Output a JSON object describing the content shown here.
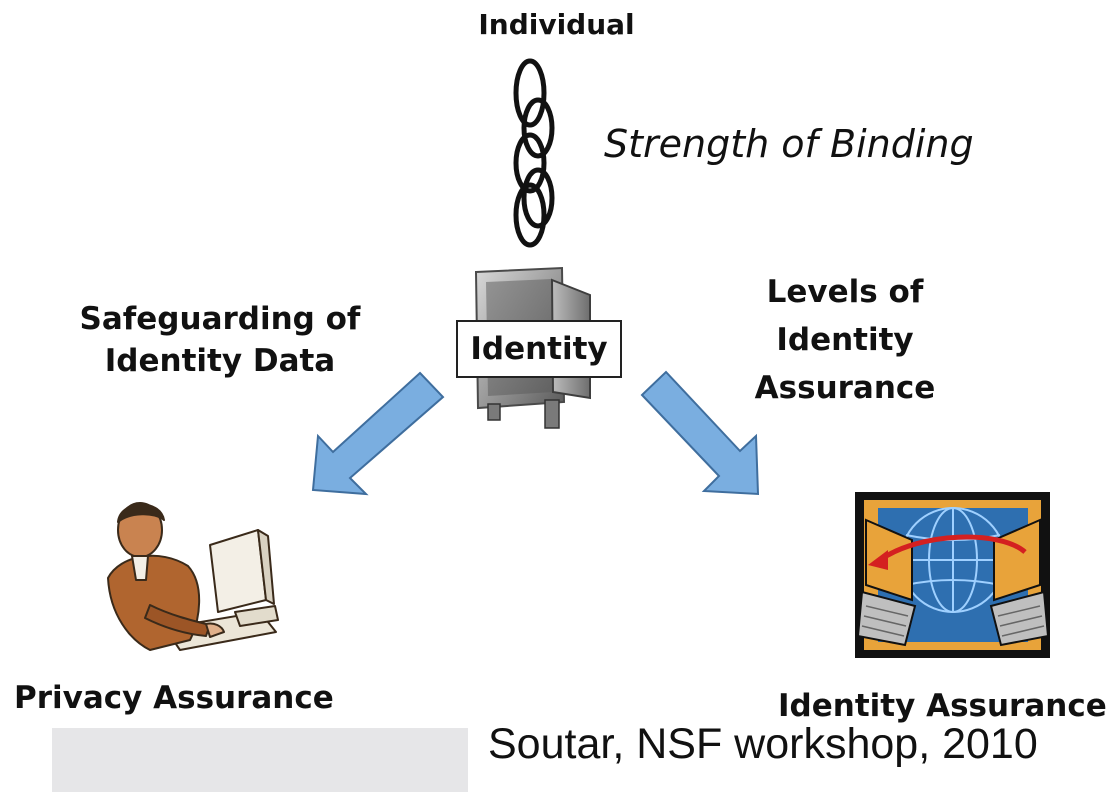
{
  "individual_label": "Individual",
  "binding_label": "Strength of Binding",
  "identity_label": "Identity",
  "safeguard_lines": [
    "Safeguarding of",
    "Identity Data"
  ],
  "levels_lines": [
    "Levels of",
    "Identity",
    "Assurance"
  ],
  "privacy_label": "Privacy Assurance",
  "identity_assurance_label": "Identity Assurance",
  "citation": "Soutar, NSF workshop, 2010",
  "colors": {
    "arrow_fill": "#7aaee0",
    "arrow_stroke": "#3f6e9e",
    "text": "#111111",
    "panel_blue": "#2e6fb0",
    "panel_orange": "#e8a33a",
    "brown": "#b0652f"
  },
  "icons": [
    "chain-icon",
    "safe-icon",
    "person-at-computer-icon",
    "network-globe-icon"
  ]
}
